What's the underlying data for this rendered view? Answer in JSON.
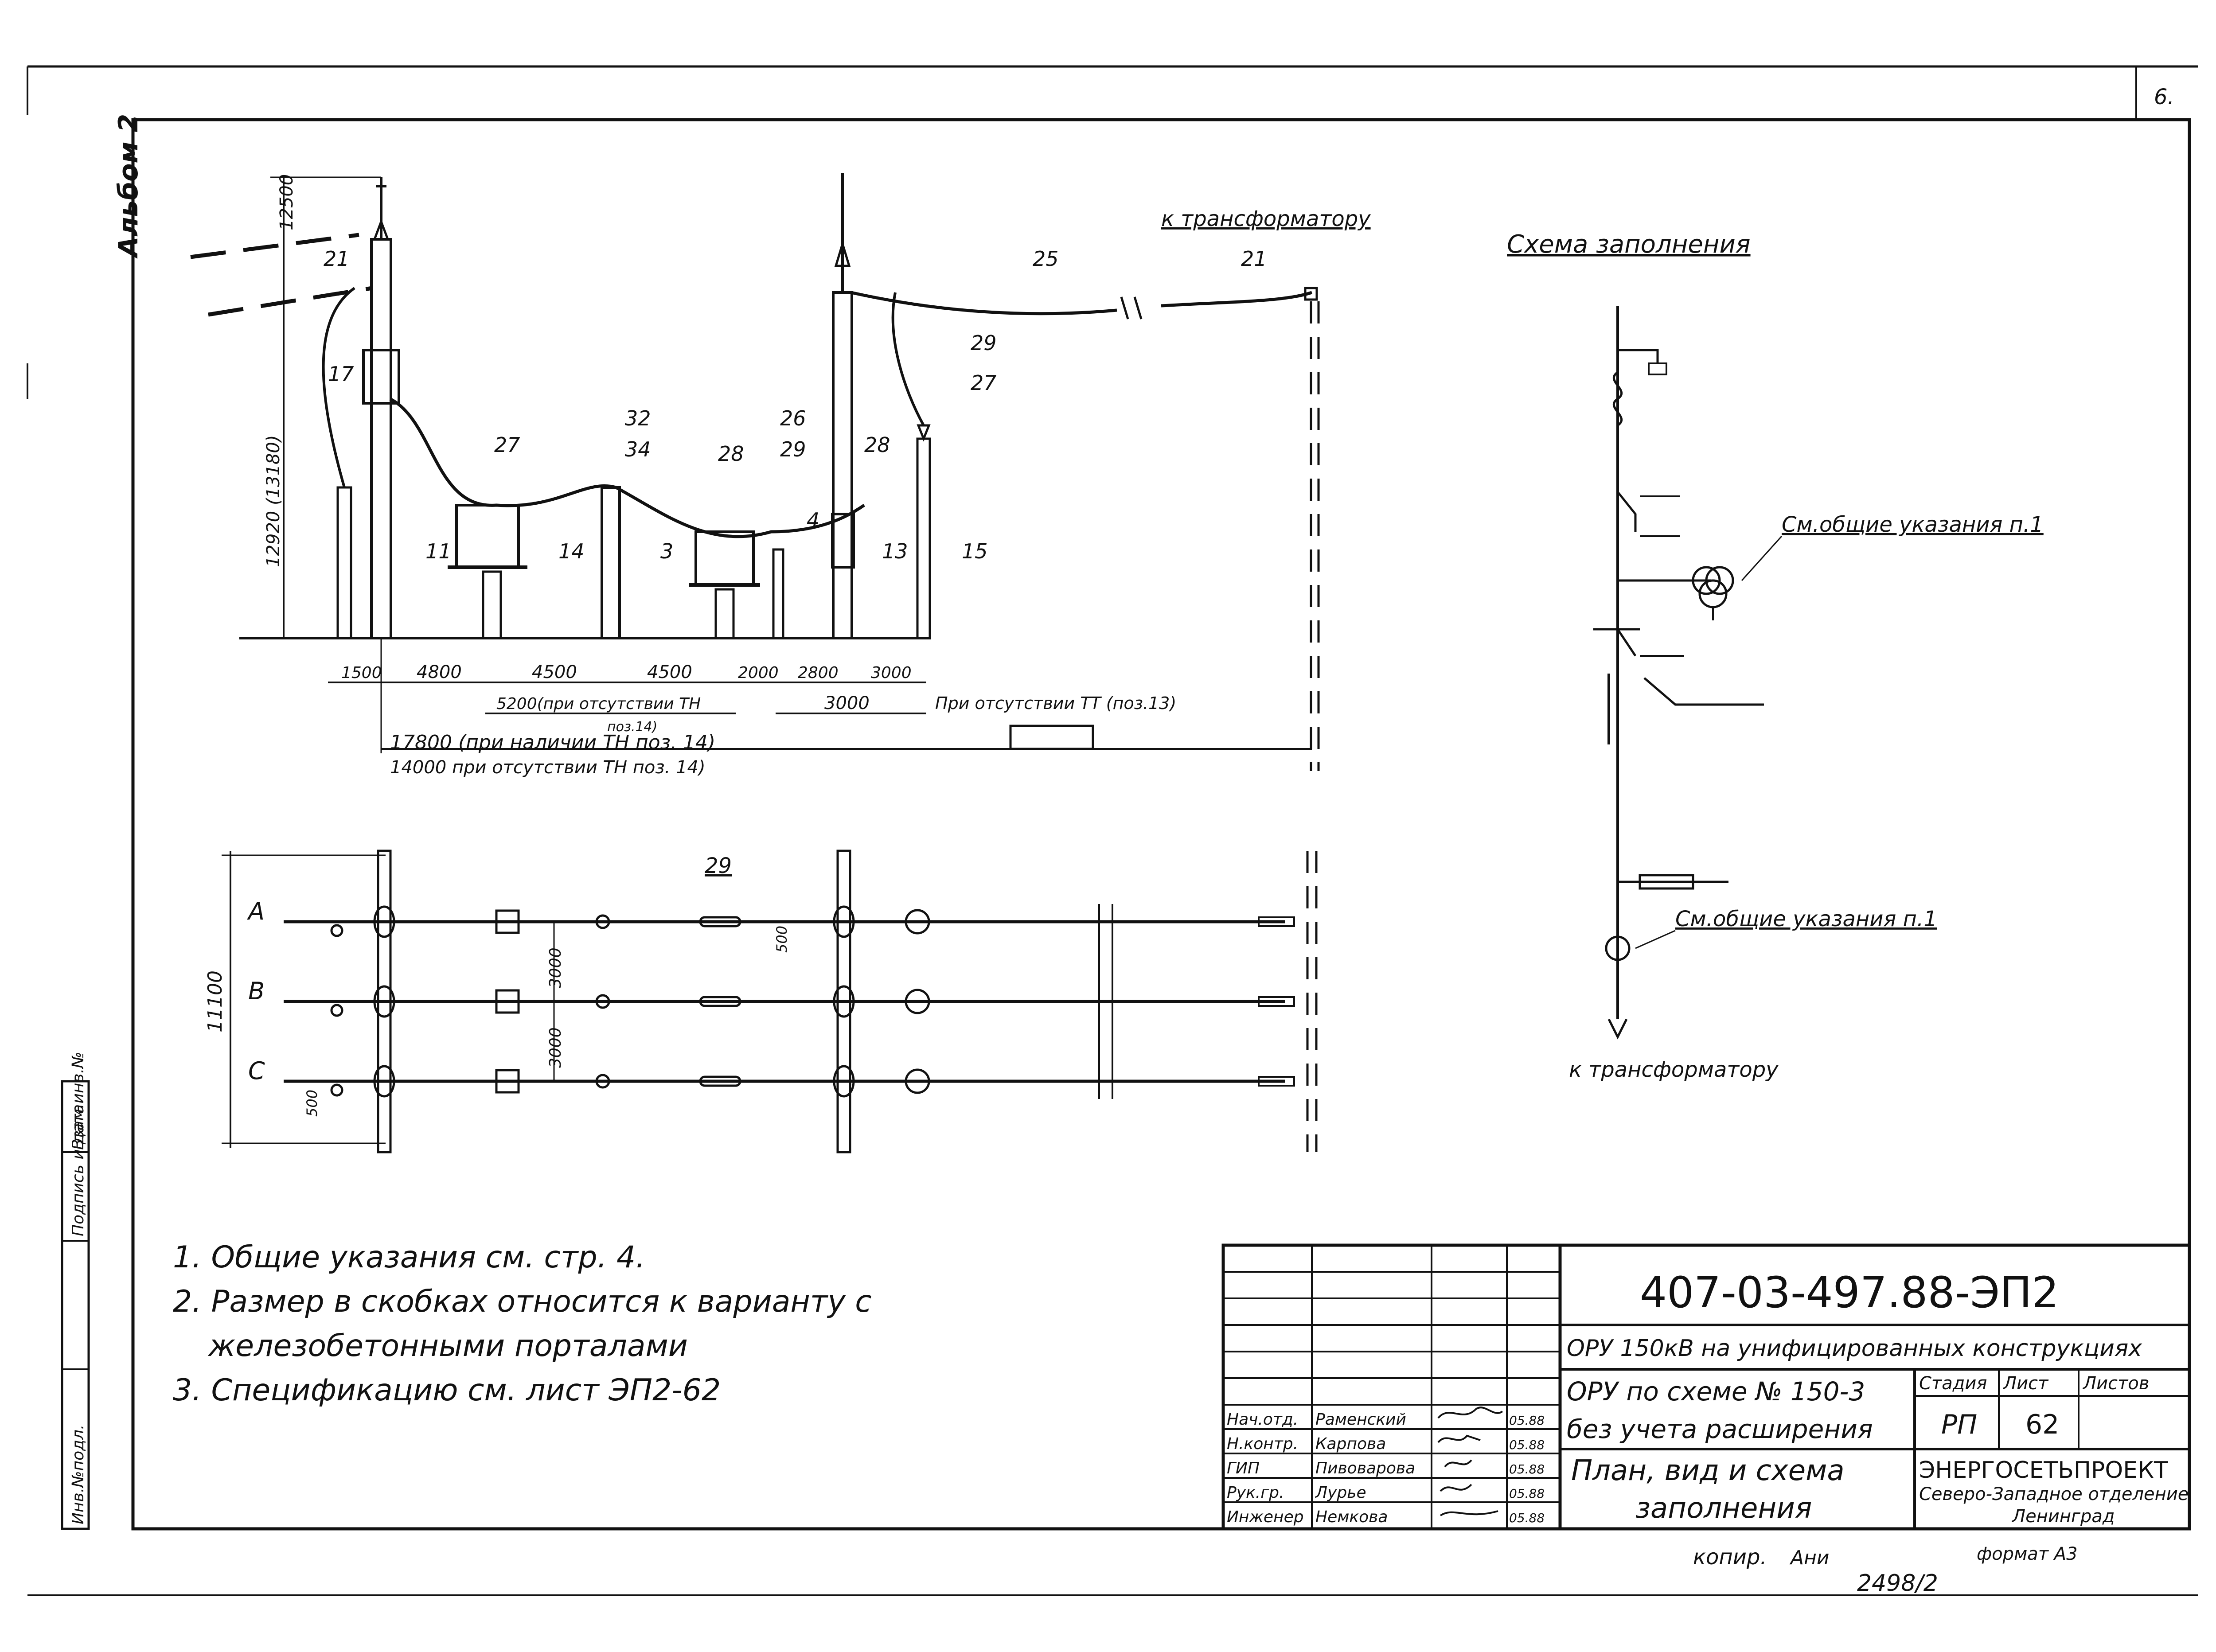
{
  "sheet": {
    "corner_mark": "6.",
    "album_label": "Альбом 2",
    "side_labels": [
      "Инв.№подл.",
      "Подпись и дата",
      "Взам.инв.№"
    ]
  },
  "elevation": {
    "height_top": "12500",
    "height_main": "12920 (13180)",
    "to_transformer": "к трансформатору",
    "positions": {
      "p21_left": "21",
      "p17": "17",
      "p27a": "27",
      "p11": "11",
      "p14": "14",
      "p32": "32",
      "p34": "34",
      "p28a": "28",
      "p3": "3",
      "p26": "26",
      "p29a": "29",
      "p28b": "28",
      "p4": "4",
      "p13": "13",
      "p29b": "29",
      "p27b": "27",
      "p15": "15",
      "p25": "25",
      "p21_right": "21"
    },
    "dims_row1": [
      "1500",
      "4800",
      "4500",
      "4500",
      "2000",
      "2800",
      "3000"
    ],
    "dim_5200": "5200(при отсутствии ТН",
    "dim_5200_note": "поз.14)",
    "dim_3000": "3000",
    "dim_no_tt": "При отсутствии ТТ (поз.13)",
    "dim_17800": "17800 (при наличии ТН поз. 14)",
    "dim_14000": "14000 при отсутствии ТН поз. 14)"
  },
  "plan": {
    "phases": [
      "А",
      "В",
      "С"
    ],
    "width_dim": "11100",
    "dim_3000a": "3000",
    "dim_3000b": "3000",
    "dim_500_top": "500",
    "dim_500_bottom": "500",
    "p29": "29"
  },
  "schema": {
    "title": "Схема заполнения",
    "note1": "См.общие указания п.1",
    "note2": "См.общие указания п.1",
    "bottom": "к трансформатору"
  },
  "notes": [
    "1. Общие указания см. стр. 4.",
    "2. Размер в скобках относится к варианту с",
    "железобетонными порталами",
    "3. Спецификацию см. лист ЭП2-62"
  ],
  "stamp": {
    "code": "407-03-497.88-ЭП2",
    "project": "ОРУ 150кВ на унифицированных конструкциях",
    "subtitle_line1": "ОРУ по схеме № 150-3",
    "subtitle_line2": "без учета расширения",
    "sheet_title_line1": "План, вид и схема",
    "sheet_title_line2": "заполнения",
    "col_stage": "Стадия",
    "col_sheet": "Лист",
    "col_sheets": "Листов",
    "stage": "РП",
    "sheet_no": "62",
    "org_line1": "ЭНЕРГОСЕТЬПРОЕКТ",
    "org_line2": "Северо-Западное отделение",
    "org_line3": "Ленинград",
    "roles": [
      {
        "role": "Нач.отд.",
        "name": "Раменский",
        "date": "05.88"
      },
      {
        "role": "Н.контр.",
        "name": "Карпова",
        "date": "05.88"
      },
      {
        "role": "ГИП",
        "name": "Пивоварова",
        "date": "05.88"
      },
      {
        "role": "Рук.гр.",
        "name": "Лурье",
        "date": "05.88"
      },
      {
        "role": "Инженер",
        "name": "Немкова",
        "date": "05.88"
      }
    ],
    "copied": "копир.",
    "copier": "Ани",
    "format": "формат А3",
    "inv": "2498/2"
  }
}
